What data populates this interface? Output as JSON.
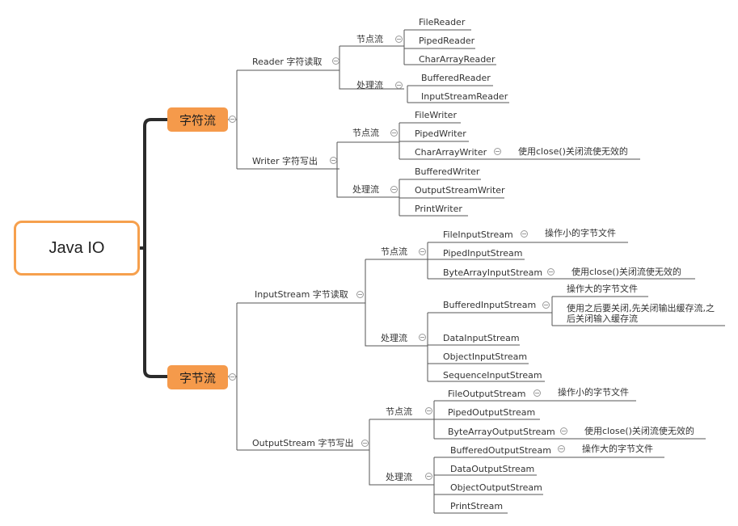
{
  "root": {
    "label": "Java IO"
  },
  "branches": [
    {
      "label": "字符流",
      "children": [
        {
          "label": "Reader 字符读取",
          "children": [
            {
              "label": "节点流",
              "children": [
                "FileReader",
                "PipedReader",
                "CharArrayReader"
              ]
            },
            {
              "label": "处理流",
              "children": [
                "BufferedReader",
                "InputStreamReader"
              ]
            }
          ]
        },
        {
          "label": "Writer 字符写出",
          "children": [
            {
              "label": "节点流",
              "children": [
                "FileWriter",
                "PipedWriter",
                "CharArrayWriter"
              ]
            },
            {
              "label": "处理流",
              "children": [
                "BufferedWriter",
                "OutputStreamWriter",
                "PrintWriter"
              ]
            }
          ]
        }
      ]
    },
    {
      "label": "字节流",
      "children": [
        {
          "label": "InputStream 字节读取",
          "children": [
            {
              "label": "节点流",
              "children": [
                "FileInputStream",
                "PipedInputStream",
                "ByteArrayInputStream"
              ]
            },
            {
              "label": "处理流",
              "children": [
                "BufferedInputStream",
                "DataInputStream",
                "ObjectInputStream",
                "SequenceInputStream"
              ]
            }
          ]
        },
        {
          "label": "OutputStream 字节写出",
          "children": [
            {
              "label": "节点流",
              "children": [
                "FileOutputStream",
                "PipedOutputStream",
                "ByteArrayOutputStream"
              ]
            },
            {
              "label": "处理流",
              "children": [
                "BufferedOutputStream",
                "DataOutputStream",
                "ObjectOutputStream",
                "PrintStream"
              ]
            }
          ]
        }
      ]
    }
  ],
  "notes": {
    "char_array_writer": "使用close()关闭流使无效的",
    "file_input_stream": "操作小的字节文件",
    "byte_array_input_stream": "使用close()关闭流使无效的",
    "buffered_input_stream_1": "操作大的字节文件",
    "buffered_input_stream_2": "使用之后要关闭,先关闭输出缓存流,之后关闭输入缓存流",
    "file_output_stream": "操作小的字节文件",
    "byte_array_output_stream": "使用close()关闭流使无效的",
    "buffered_output_stream": "操作大的字节文件"
  },
  "colors": {
    "accent": "#f59a4b",
    "root_border": "#f6a04d",
    "trunk": "#2b2b2b",
    "line": "#555555"
  }
}
